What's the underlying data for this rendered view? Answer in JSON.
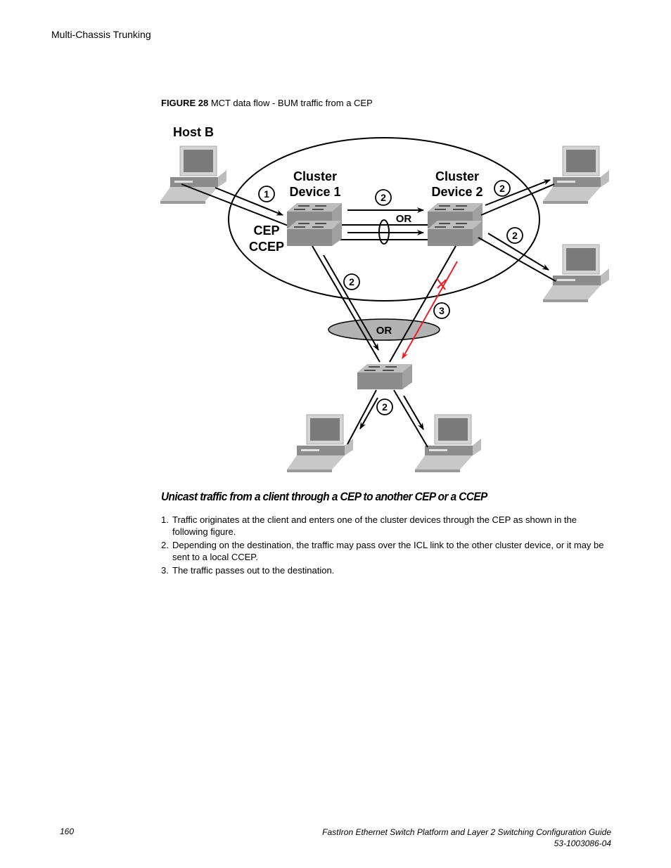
{
  "header": {
    "running_title": "Multi-Chassis Trunking"
  },
  "figure": {
    "label": "FIGURE 28",
    "caption": "MCT data flow - BUM traffic from a CEP",
    "labels": {
      "host_b": "Host B",
      "cluster_device_1": [
        "Cluster",
        "Device 1"
      ],
      "cluster_device_2": [
        "Cluster",
        "Device 2"
      ],
      "cep": "CEP",
      "ccep": "CCEP",
      "or_icl": "OR",
      "or_lag": "OR"
    },
    "step_markers": [
      "1",
      "2",
      "2",
      "2",
      "2",
      "3",
      "2"
    ],
    "colors": {
      "device_gray": "#8c8c8c",
      "device_light": "#bdbdbd",
      "blocked_path": "#e8202a",
      "lag_ellipse": "#b3b3b3"
    }
  },
  "section": {
    "heading": "Unicast traffic from a client through a CEP to another CEP or a CCEP",
    "steps": [
      {
        "num": "1.",
        "text": "Traffic originates at the client and enters one of the cluster devices through the CEP as shown in the following figure."
      },
      {
        "num": "2.",
        "text": "Depending on the destination, the traffic may pass over the ICL link to the other cluster device, or it may be sent to a local CCEP."
      },
      {
        "num": "3.",
        "text": "The traffic passes out to the destination."
      }
    ]
  },
  "footer": {
    "page_number": "160",
    "book_title": "FastIron Ethernet Switch Platform and Layer 2 Switching Configuration Guide",
    "doc_number": "53-1003086-04"
  }
}
